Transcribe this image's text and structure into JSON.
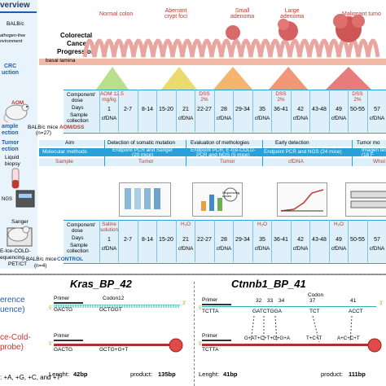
{
  "left_column": {
    "overview": "verview",
    "balbc": "BALB/c",
    "pathogen_free": [
      "athogen-free",
      "nvironment"
    ],
    "crc": [
      "CRC",
      "uction"
    ],
    "aom": "AOM",
    "sample": [
      "ample",
      "ection"
    ],
    "tumor": [
      "Tumor",
      "ection"
    ],
    "liquid": [
      "Liquid",
      "biopsy"
    ],
    "ngs": "NGS",
    "sanger": "Sanger",
    "ice_cold": [
      "E-Ice-COLD-",
      "equencing,",
      "PET/CT"
    ],
    "reference": [
      "erence",
      "uence)"
    ],
    "ice_cold_probe": [
      "ce-Cold-",
      "probe)"
    ],
    "bases": ": +A, +G, +C, and +T"
  },
  "progression": {
    "stages": [
      "Normal colon",
      "Aberrant\ncrypt foci",
      "Small\nadenoma",
      "Large\nadenoma",
      "Malignant tumo"
    ],
    "title": [
      "Colorectal",
      "Cancer",
      "Progression"
    ],
    "basal_lamina": "basal lamina"
  },
  "aom_table": {
    "mouse_label": "BALB/c mice",
    "group": "AOM/DSS",
    "n": "(n=27)",
    "row_headers": [
      "Component/",
      "dose",
      "Days",
      "Sample",
      "collection"
    ],
    "doses": [
      "AOM 12.5\nmg/kg",
      "",
      "",
      "",
      "",
      "DSS\n2%",
      "",
      "",
      "",
      "DSS\n2%",
      "",
      "",
      "",
      "DSS\n2%",
      ""
    ],
    "days": [
      "1",
      "2-7",
      "8-14",
      "15-20",
      "21",
      "22-27",
      "28",
      "29-34",
      "35",
      "36-41",
      "42",
      "43-48",
      "49",
      "50-55",
      "57"
    ],
    "collection": [
      "cfDNA",
      "",
      "",
      "",
      "cfDNA",
      "",
      "cfDNA",
      "",
      "cfDNA",
      "",
      "cfDNA",
      "",
      "cfDNA",
      "",
      "cfDNA"
    ]
  },
  "aim_table": {
    "aim_header": "Aim",
    "sample_header": "Sample",
    "molecular": "Molecular methods",
    "sections": [
      {
        "title": "Detection of somatic mutation",
        "method": "Endpoint PCR and Sanger\n(20 mice)",
        "sample": "Tumor"
      },
      {
        "title": "Evaluation of methologies",
        "method": "Endpoint PCR, E-Ice-COLD-\nPCR and NGS (5 mice)",
        "sample": "Tumor"
      },
      {
        "title": "Early detection",
        "method": "Endpoint PCR and NGS (24 mice)",
        "sample": "cfDNA"
      },
      {
        "title": "Tumor mo",
        "method": "Imagen test: m\n(18 F",
        "sample": "Whol"
      }
    ],
    "seq_cycles": "Sequencing\ncycles"
  },
  "control_table": {
    "mouse_label": "BALB/c mice",
    "group": "CONTROL",
    "n": "(n=4)",
    "row_headers": [
      "Component/",
      "dose",
      "Days",
      "Sample",
      "collection"
    ],
    "doses": [
      "Saline\nsolution",
      "",
      "",
      "",
      "H₂O",
      "",
      "",
      "",
      "H₂O",
      "",
      "",
      "",
      "H₂O",
      "",
      ""
    ],
    "days": [
      "1",
      "2-7",
      "8-14",
      "15-20",
      "21",
      "22-27",
      "28",
      "29-34",
      "35",
      "36-41",
      "42",
      "43-48",
      "49",
      "50-55",
      "57"
    ],
    "collection": [
      "cfDNA",
      "",
      "",
      "",
      "cfDNA",
      "",
      "cfDNA",
      "",
      "cfDNA",
      "",
      "cfDNA",
      "",
      "cfDNA",
      "",
      "cfDNA"
    ]
  },
  "kras": {
    "title": "Kras_BP_42",
    "primer": "Primer",
    "codon": "Codon12",
    "seq1": "GACTG",
    "seq2": "GCTGGT",
    "seq_probe_a": "GACTG",
    "seq_probe_b": "GCTG+G+T",
    "five": "5'",
    "three": "3'",
    "length_label": "Lenght:",
    "length": "42bp",
    "product_label": "product:",
    "product": "135bp"
  },
  "ctnnb1": {
    "title": "Ctnnb1_BP_41",
    "primer": "Primer",
    "codon": "Codon",
    "codons": [
      "32",
      "33",
      "34",
      "37",
      "41"
    ],
    "seq1": "TCTTA",
    "seq2": "GATCTGGA",
    "seq3": "TCT",
    "seq4": "ACCT",
    "seq_probe_a": "TCTTA",
    "seq_probe_b": "G+AT+C+T+G+G+A",
    "seq_probe_c": "T+C+T",
    "seq_probe_d": "A+C+C+T",
    "five": "5'",
    "three": "3'",
    "length_label": "Lenght:",
    "length": "41bp",
    "product_label": "product:",
    "product": "111bp"
  },
  "colors": {
    "accent": "#1f5fa8",
    "red": "#c0392b",
    "band": "#dff0fa",
    "teal": "#29b3b3",
    "probe": "#c0392b"
  }
}
